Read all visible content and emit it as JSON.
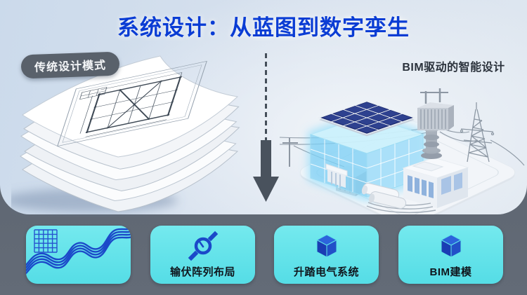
{
  "header": {
    "title": "系统设计：从蓝图到数字孪生"
  },
  "panel": {
    "left_badge": "传统设计模式",
    "right_label": "BIM驱动的智能设计"
  },
  "cards": [
    {
      "id": "waveform-overview",
      "label": ""
    },
    {
      "id": "pv-array-layout",
      "label": "输伏阵列布局"
    },
    {
      "id": "electrical-system",
      "label": "升踏电气系统"
    },
    {
      "id": "bim-modeling",
      "label": "BIM建模"
    }
  ],
  "colors": {
    "title_blue": "#0a3cd4",
    "card_cyan": "#5fe3e9",
    "icon_blue": "#1b49c9",
    "cube_blue_top": "#2c63dc",
    "cube_blue_dark": "#1a3db4",
    "bottom_bar_gray": "#5d6570",
    "badge_gray": "#59616b",
    "arrow_gray": "#49525d"
  }
}
